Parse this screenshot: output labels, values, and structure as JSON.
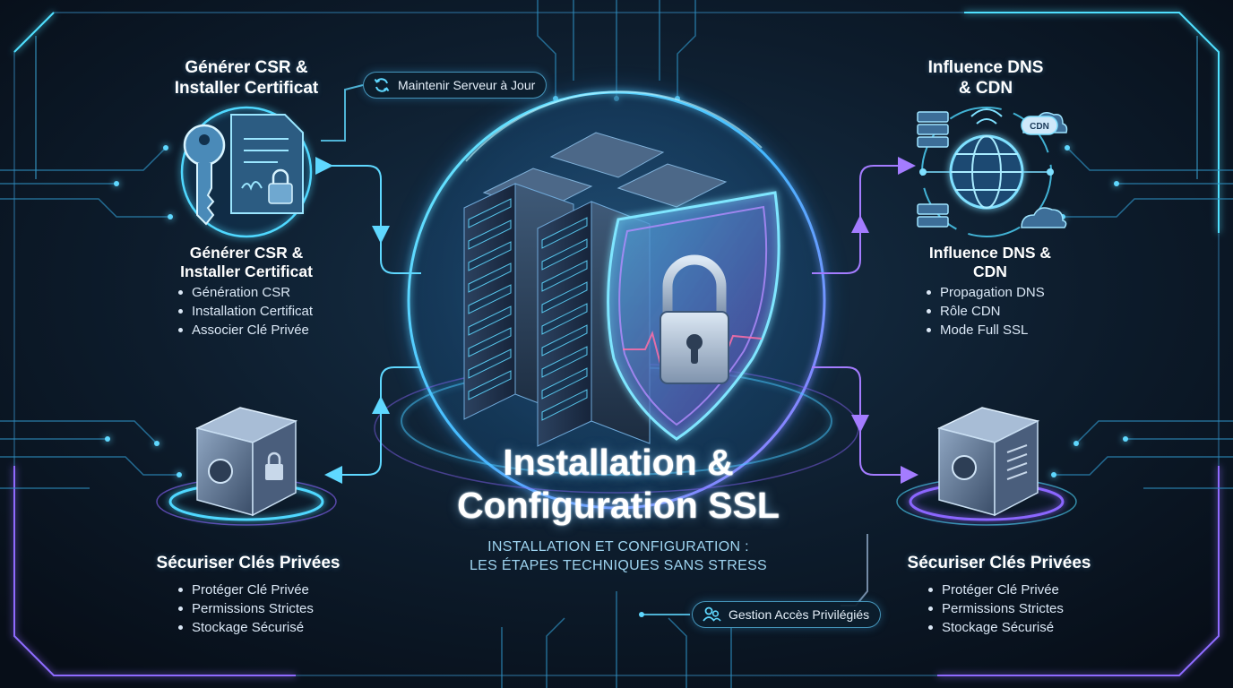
{
  "title": {
    "line1": "Installation &",
    "line2": "Configuration SSL"
  },
  "subtitle": {
    "line1": "INSTALLATION ET CONFIGURATION :",
    "line2": "LES ÉTAPES TECHNIQUES SANS STRESS"
  },
  "top_left": {
    "heading_line1": "Générer CSR &",
    "heading_line2": "Installer Certificat",
    "sub_line1": "Générer CSR &",
    "sub_line2": "Installer Certificat",
    "bullets": [
      "Génération CSR",
      "Installation Certificat",
      "Associer Clé Privée"
    ]
  },
  "top_right": {
    "heading_line1": "Influence DNS",
    "heading_line2": "& CDN",
    "sub_line1": "Influence DNS &",
    "sub_line2": "CDN",
    "bullets": [
      "Propagation DNS",
      "Rôle CDN",
      "Mode Full SSL"
    ],
    "cdn_badge": "CDN"
  },
  "bottom_left": {
    "heading": "Sécuriser Clés Privées",
    "bullets": [
      "Protéger Clé Privée",
      "Permissions Strictes",
      "Stockage Sécurisé"
    ]
  },
  "bottom_right": {
    "heading": "Sécuriser Clés Privées",
    "bullets": [
      "Protéger Clé Privée",
      "Permissions Strictes",
      "Stockage Sécurisé"
    ]
  },
  "pills": {
    "maintain": "Maintenir Serveur à Jour",
    "access": "Gestion Accès Privilégiés"
  },
  "icons": {
    "maintain": "refresh-icon",
    "access": "users-icon",
    "certificate": "key-certificate-icon",
    "dns": "globe-network-icon",
    "safe": "safe-icon",
    "server": "server-shield-lock-icon"
  },
  "colors": {
    "background": "#0a1420",
    "cyan": "#3fd0ff",
    "violet": "#9a6cff",
    "text": "#ffffff"
  }
}
